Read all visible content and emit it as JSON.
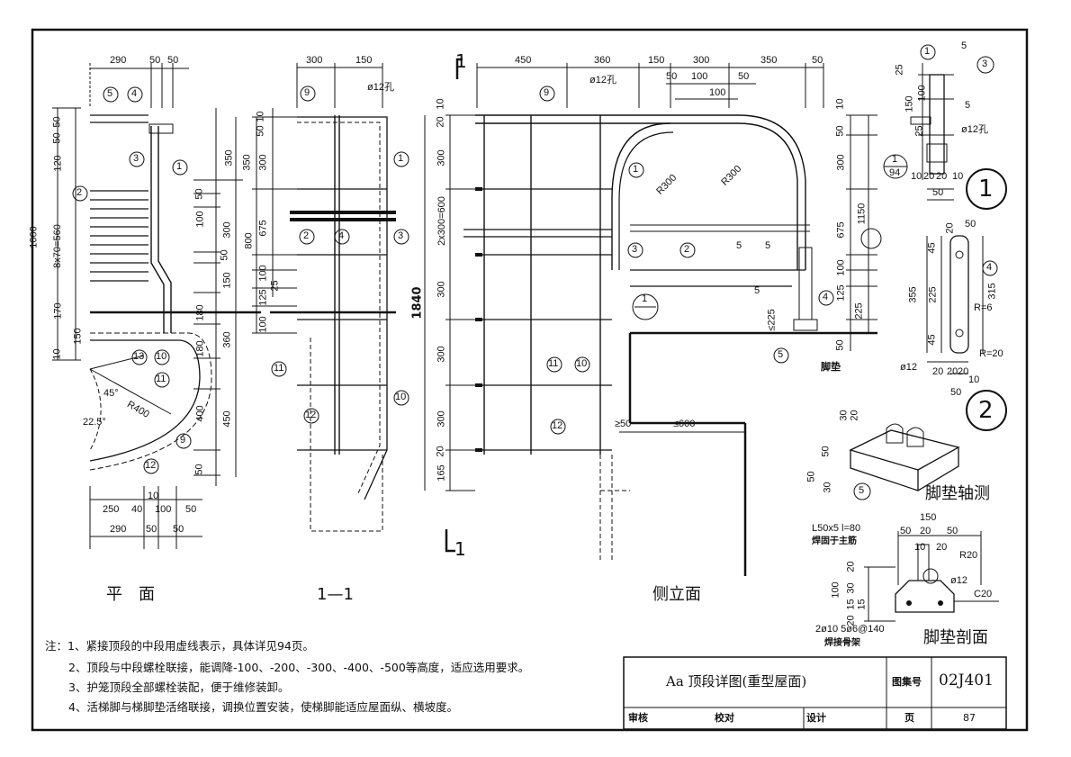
{
  "views": {
    "plan": "平　面",
    "section": "1—1",
    "side": "侧立面",
    "pad_axo": "脚垫轴测",
    "pad_section": "脚垫剖面",
    "detail_1": "1",
    "detail_2": "2"
  },
  "plan": {
    "top_dims": [
      "290",
      "50",
      "50"
    ],
    "right_dims": [
      "350",
      "50",
      "300",
      "100",
      "50",
      "150",
      "180",
      "180",
      "360",
      "400",
      "450",
      "50"
    ],
    "left_dims": [
      "1000",
      "8x70=560",
      "50",
      "50",
      "120",
      "170",
      "150",
      "10"
    ],
    "mid_dims": [
      "800"
    ],
    "bottom_dims": [
      "250",
      "40",
      "10",
      "100",
      "50",
      "290",
      "50",
      "50"
    ],
    "angles": [
      "45°",
      "22.5°",
      "R400"
    ],
    "callouts": [
      "5",
      "4",
      "3",
      "2",
      "1",
      "13",
      "10",
      "11",
      "9",
      "12"
    ]
  },
  "section": {
    "top_dims": [
      "300",
      "150"
    ],
    "hole": "ø12孔",
    "left_dims": [
      "350",
      "300",
      "675",
      "100",
      "125",
      "100",
      "10",
      "50",
      "25"
    ],
    "callouts": [
      "9",
      "1",
      "2",
      "4",
      "3",
      "11",
      "10",
      "12"
    ]
  },
  "side": {
    "section_mark": "1",
    "top_dims": [
      "450",
      "360",
      "150",
      "300",
      "350",
      "50",
      "50",
      "100",
      "50",
      "100"
    ],
    "hole": "ø12孔",
    "left_dims": [
      "10",
      "20",
      "300",
      "2x300=600",
      "300",
      "300",
      "300",
      "20",
      "165"
    ],
    "total": "1840",
    "right_dims": [
      "10",
      "50",
      "300",
      "1150",
      "675",
      "100",
      "125",
      "225",
      "50"
    ],
    "radii": [
      "R300",
      "R300"
    ],
    "callouts": [
      "9",
      "1",
      "3",
      "2",
      "4",
      "5",
      "11",
      "10",
      "12"
    ],
    "sub_mark_num": "1",
    "mark_5": "5",
    "dim_225": "≤225",
    "dim_50": "≥50",
    "dim_600": "≤600",
    "pad_label": "脚垫"
  },
  "detail1": {
    "dims": [
      "5",
      "25",
      "150",
      "100",
      "25",
      "5",
      "10",
      "20",
      "20",
      "10",
      "50"
    ],
    "hole": "ø12孔",
    "callouts": [
      "1",
      "3"
    ],
    "ref": [
      "1",
      "94"
    ]
  },
  "detail2": {
    "dims": [
      "50",
      "20",
      "45",
      "225",
      "355",
      "315",
      "45",
      "20",
      "20",
      "20",
      "10",
      "50"
    ],
    "radii": [
      "R=6",
      "R=20"
    ],
    "rod": "ø12",
    "callouts": [
      "4"
    ]
  },
  "pad_axo": {
    "dims": [
      "30",
      "20",
      "50",
      "50",
      "30"
    ],
    "callouts": [
      "5"
    ]
  },
  "pad_section": {
    "angle": "L50x5  l=80",
    "angle_note": "焊固于主筋",
    "dims": [
      "150",
      "50",
      "20",
      "50",
      "10",
      "20",
      "R20",
      "ø12",
      "C20",
      "100",
      "20",
      "30",
      "15",
      "15",
      "20"
    ],
    "rebar": "2ø10  5ø6@140",
    "rebar_note": "焊接骨架"
  },
  "notes": [
    "注：1、紧接顶段的中段用虚线表示，具体详见94页。",
    "2、顶段与中段螺栓联接，能调降-100、-200、-300、-400、-500等高度，适应选用要求。",
    "3、护笼顶段全部螺栓装配，便于维修装卸。",
    "4、活梯脚与梯脚垫活络联接，调换位置安装，使梯脚能适应屋面纵、横坡度。"
  ],
  "title_block": {
    "title": "Aa  顶段详图(重型屋面)",
    "atlas_label": "图集号",
    "atlas_no": "02J401",
    "review": "审核",
    "check": "校对",
    "design": "设计",
    "page_label": "页",
    "page_no": "87"
  }
}
